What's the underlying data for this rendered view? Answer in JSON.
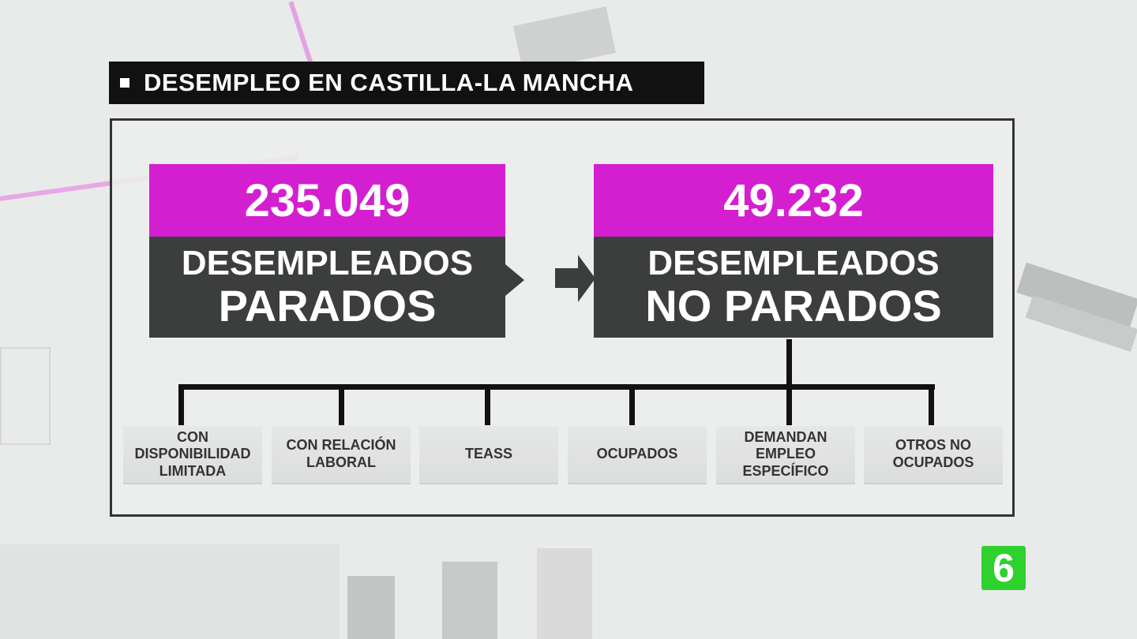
{
  "title": "DESEMPLEO EN CASTILLA-LA MANCHA",
  "left_card": {
    "number": "235.049",
    "line1": "DESEMPLEADOS",
    "line2": "PARADOS"
  },
  "right_card": {
    "number": "49.232",
    "line1": "DESEMPLEADOS",
    "line2": "NO PARADOS"
  },
  "categories": [
    "CON\nDISPONIBILIDAD\nLIMITADA",
    "CON RELACIÓN\nLABORAL",
    "TEASS",
    "OCUPADOS",
    "DEMANDAN\nEMPLEO\nESPECÍFICO",
    "OTROS NO\nOCUPADOS"
  ],
  "logo": {
    "text": "6",
    "color": "#2fd12f"
  },
  "colors": {
    "accent": "#d41fd0",
    "dark": "#3c3d3d",
    "title_bg": "#111111"
  }
}
